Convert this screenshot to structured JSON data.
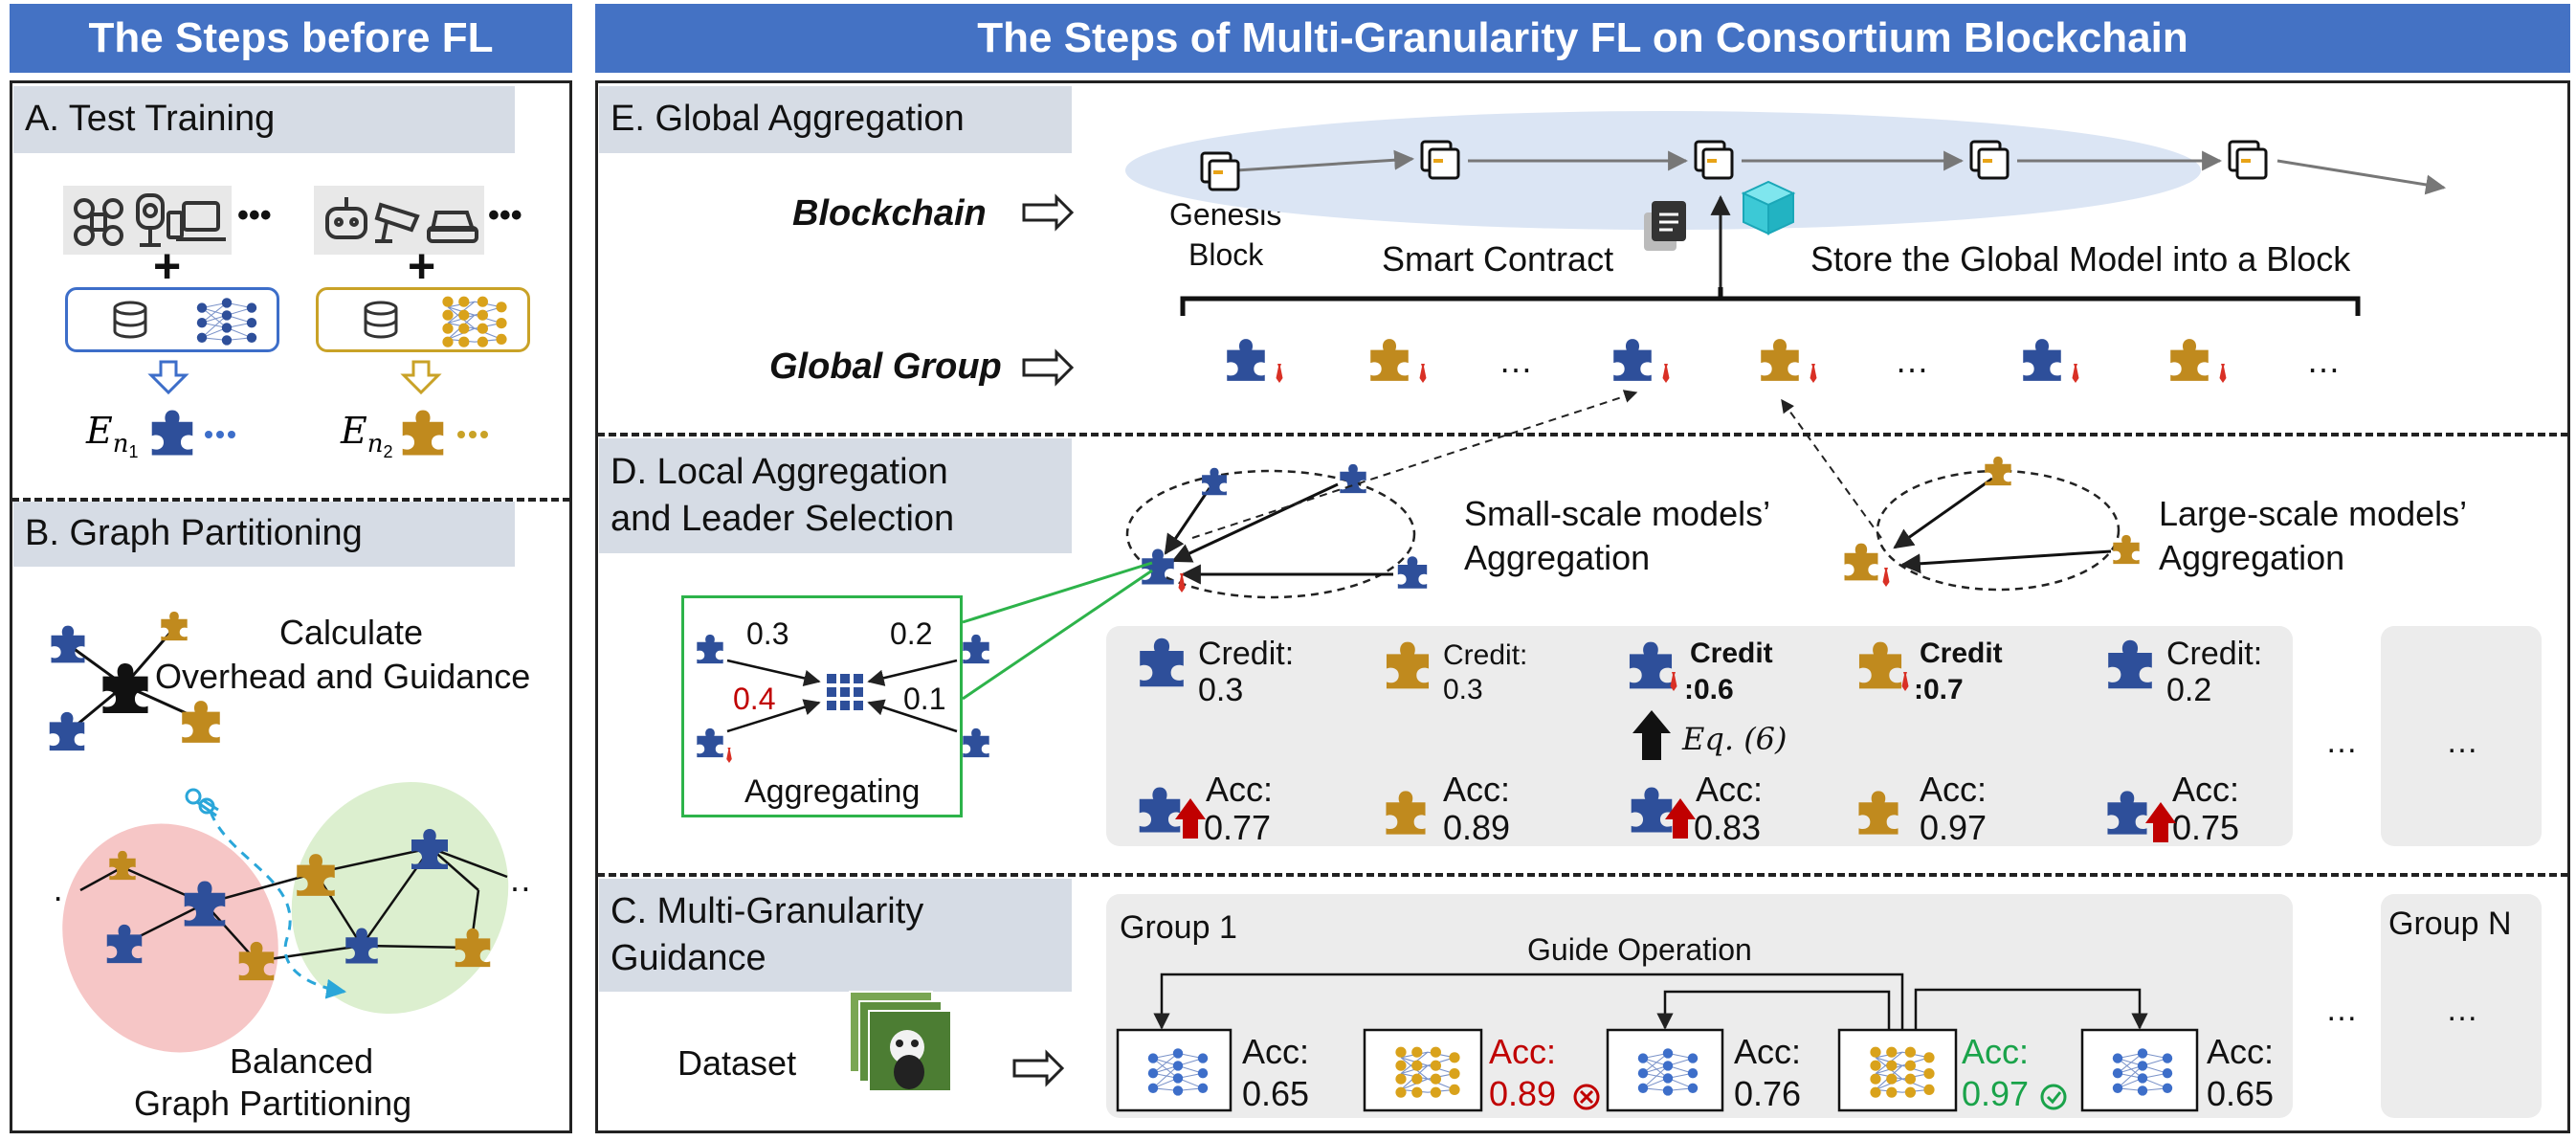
{
  "left_banner": "The Steps before FL",
  "right_banner": "The Steps of Multi-Granularity FL on Consortium Blockchain",
  "section_a": {
    "title": "A. Test Training",
    "device_icons_left": [
      "drone-icon",
      "camera-icon",
      "laptop-icon"
    ],
    "device_icons_right": [
      "robot-icon",
      "cctv-icon",
      "car-icon"
    ],
    "ellipsis": "•••",
    "plus": "+",
    "e1_base": "E",
    "e1_sub": "n",
    "e1_subsub": "1",
    "e2_base": "E",
    "e2_sub": "n",
    "e2_subsub": "2"
  },
  "section_b": {
    "title": "B. Graph Partitioning",
    "calc_line1": "Calculate",
    "calc_line2": "Overhead and Guidance",
    "balanced_line1": "Balanced",
    "balanced_line2": "Graph Partitioning",
    "ellipsis": "…"
  },
  "section_e": {
    "title": "E. Global Aggregation",
    "blockchain_label": "Blockchain",
    "global_group_label": "Global Group",
    "genesis_line1": "Genesis",
    "genesis_line2": "Block",
    "smart_contract": "Smart Contract",
    "store_model": "Store the Global Model into a Block",
    "ellipsis": "…"
  },
  "section_d": {
    "title_line1": "D. Local Aggregation",
    "title_line2": "and Leader Selection",
    "small_line1": "Small-scale models’",
    "small_line2": "Aggregation",
    "large_line1": "Large-scale models’",
    "large_line2": "Aggregation",
    "aggregating": "Aggregating",
    "weights": [
      "0.3",
      "0.2",
      "0.4",
      "0.1"
    ],
    "eq": "Eq. (6)",
    "ellipsis": "…",
    "credits": [
      {
        "label": "Credit:",
        "value": "0.3",
        "bold": false
      },
      {
        "label": "Credit:",
        "value": "0.3",
        "bold": false
      },
      {
        "label": "Credit",
        "value": ":0.6",
        "bold": true
      },
      {
        "label": "Credit",
        "value": ":0.7",
        "bold": true
      },
      {
        "label": "Credit:",
        "value": "0.2",
        "bold": false
      }
    ],
    "accs": [
      {
        "label": "Acc:",
        "value": "0.77"
      },
      {
        "label": "Acc:",
        "value": "0.89"
      },
      {
        "label": "Acc:",
        "value": "0.83"
      },
      {
        "label": "Acc:",
        "value": "0.97"
      },
      {
        "label": "Acc:",
        "value": "0.75"
      }
    ]
  },
  "section_c": {
    "title_line1": "C. Multi-Granularity",
    "title_line2": "Guidance",
    "dataset": "Dataset",
    "group1": "Group 1",
    "groupN": "Group N",
    "guide_operation": "Guide Operation",
    "ellipsis": "…",
    "models": [
      {
        "acc_label": "Acc:",
        "acc_value": "0.65",
        "status": ""
      },
      {
        "acc_label": "Acc:",
        "acc_value": "0.89",
        "status": "fail"
      },
      {
        "acc_label": "Acc:",
        "acc_value": "0.76",
        "status": ""
      },
      {
        "acc_label": "Acc:",
        "acc_value": "0.97",
        "status": "pass"
      },
      {
        "acc_label": "Acc:",
        "acc_value": "0.65",
        "status": ""
      }
    ]
  },
  "colors": {
    "banner": "#4472c4",
    "blue_piece": "#2e4f9a",
    "gold_piece": "#c08a1e",
    "red": "#c00000",
    "green": "#1aa34a",
    "green_box": "#2db34a",
    "blockchain_ellipse": "#dbe5f4",
    "partition_red": "#f6c6c6",
    "partition_green": "#dcefcf"
  }
}
